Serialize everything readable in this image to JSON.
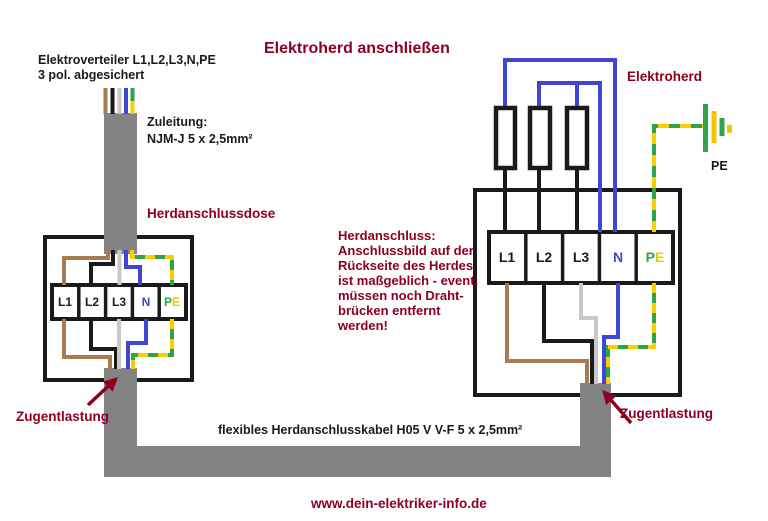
{
  "header": {
    "title": "Elektroherd anschließen"
  },
  "distributor": {
    "line1": "Elektroverteiler L1,L2,L3,N,PE",
    "line2": "3 pol. abgesichert"
  },
  "supply": {
    "line1": "Zuleitung:",
    "line2": "NJM-J 5 x 2,5mm²"
  },
  "junction_box": {
    "label": "Herdanschlussdose",
    "terminals": {
      "t1": "L1",
      "t2": "L2",
      "t3": "L3",
      "n": "N",
      "pe_p": "P",
      "pe_e": "E"
    }
  },
  "stove": {
    "label": "Elektroherd",
    "terminals": {
      "t1": "L1",
      "t2": "L2",
      "t3": "L3",
      "n": "N",
      "pe_p": "P",
      "pe_e": "E"
    }
  },
  "earth": {
    "label": "PE"
  },
  "note": {
    "l1": "Herdanschluss:",
    "l2": "Anschlussbild auf der",
    "l3": "Rückseite des Herdes",
    "l4": "ist maßgeblich - event.",
    "l5": "müssen noch Draht-",
    "l6": "brücken entfernt",
    "l7": "werden!"
  },
  "strain_relief": {
    "left": "Zugentlastung",
    "right": "Zugentlastung"
  },
  "cable": {
    "label": "flexibles Herdanschlusskabel H05 V V-F 5 x 2,5mm²"
  },
  "footer": {
    "website": "www.dein-elektriker-info.de"
  },
  "colors": {
    "accent_red": "#8e0021",
    "wire_brown": "#a97b52",
    "wire_black": "#1a1a1a",
    "wire_gray": "#c8c8c8",
    "wire_blue": "#3f46cf",
    "wire_green": "#2fa54b",
    "wire_yellow": "#ffcc00",
    "cable_gray": "#838383"
  }
}
